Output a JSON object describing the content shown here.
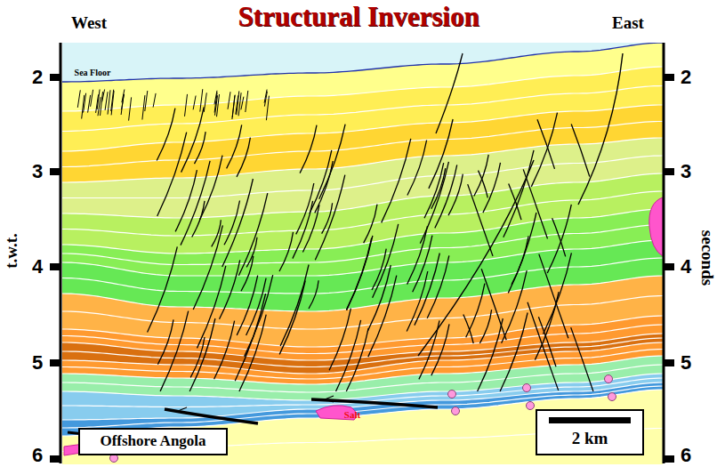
{
  "diagram": {
    "title": "Structural Inversion",
    "nodes": [
      {
        "text": [
          "Offshore Angola"
        ]
      },
      {
        "text": [
          "2 km"
        ]
      }
    ],
    "labels": [
      "West",
      "East",
      "2",
      "3",
      "4",
      "5",
      "6",
      "t.w.t.",
      "2",
      "3",
      "4",
      "5",
      "6",
      "seconds",
      "Sea Floor",
      "Salt"
    ]
  }
}
